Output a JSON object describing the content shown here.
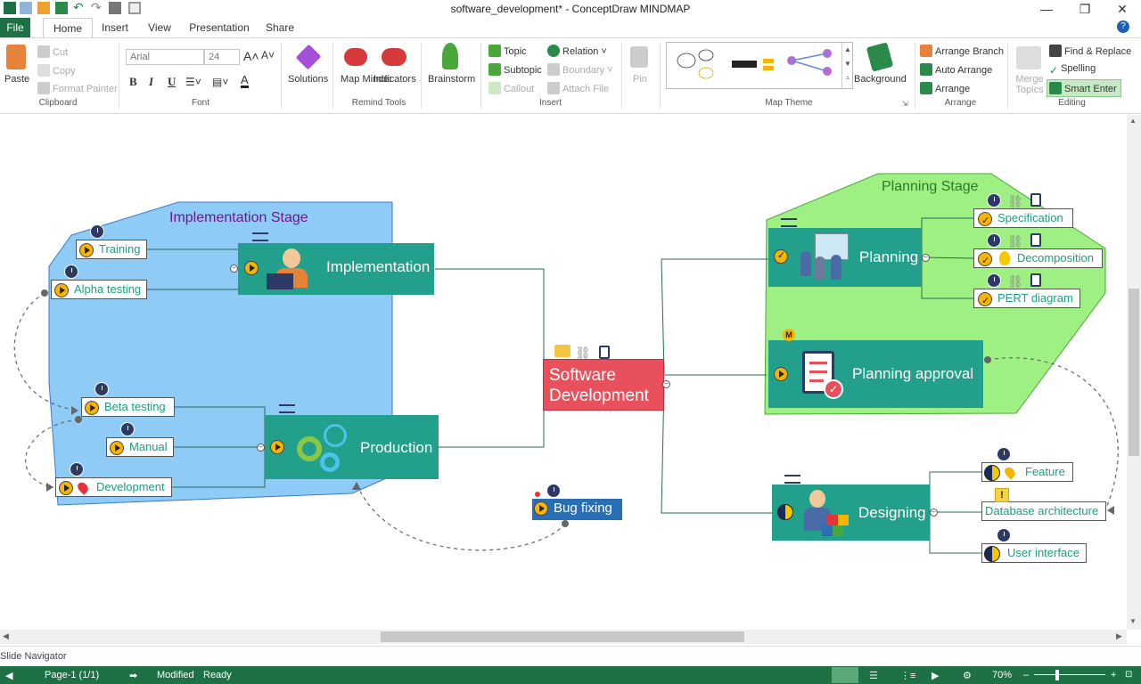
{
  "window": {
    "title": "software_development* - ConceptDraw MINDMAP",
    "controls": [
      "—",
      "❐",
      "✕"
    ]
  },
  "tabs": {
    "file": "File",
    "items": [
      "Home",
      "Insert",
      "View",
      "Presentation",
      "Share"
    ],
    "active": "Home"
  },
  "ribbon": {
    "clipboard": {
      "paste": "Paste",
      "cut": "Cut",
      "copy": "Copy",
      "format_painter": "Format Painter",
      "label": "Clipboard"
    },
    "font": {
      "family": "Arial",
      "size": "24",
      "label": "Font",
      "bold": "B",
      "italic": "I",
      "underline": "U"
    },
    "solutions": {
      "label": "Solutions"
    },
    "remind": {
      "map_minder": "Map Minder",
      "indicators": "Indicators",
      "label": "Remind Tools"
    },
    "brainstorm": {
      "label": "Brainstorm"
    },
    "insert": {
      "topic": "Topic",
      "subtopic": "Subtopic",
      "callout": "Callout",
      "relation": "Relation",
      "boundary": "Boundary",
      "attach_file": "Attach File",
      "label": "Insert"
    },
    "pin": {
      "label": "Pin"
    },
    "map_theme": {
      "label": "Map Theme",
      "background": "Background"
    },
    "arrange": {
      "arrange_branch": "Arrange Branch",
      "auto_arrange": "Auto Arrange",
      "arrange": "Arrange",
      "label": "Arrange"
    },
    "editing": {
      "merge_topics": "Merge Topics",
      "find_replace": "Find & Replace",
      "spelling": "Spelling",
      "smart_enter": "Smart Enter",
      "label": "Editing"
    }
  },
  "map": {
    "central": "Software Development",
    "boundaries": {
      "implementation": "Implementation Stage",
      "planning": "Planning Stage"
    },
    "topics": {
      "implementation": "Implementation",
      "production": "Production",
      "planning": "Planning",
      "planning_approval": "Planning approval",
      "designing": "Designing",
      "bug_fixing": "Bug fixing"
    },
    "subtopics": {
      "training": "Training",
      "alpha_testing": "Alpha testing",
      "beta_testing": "Beta testing",
      "manual": "Manual",
      "development": "Development",
      "specification": "Specification",
      "decomposition": "Decomposition",
      "pert_diagram": "PERT diagram",
      "feature": "Feature",
      "database_architecture": "Database architecture",
      "user_interface": "User interface"
    },
    "marker_m": "M",
    "colors": {
      "topic_teal": "#23a08b",
      "central_red": "#e8505b",
      "impl_boundary": "#8ecbf7",
      "plan_boundary": "#9ef083",
      "bug_blue": "#2a6fb5"
    }
  },
  "slide_navigator": "Slide Navigator",
  "status": {
    "page": "Page-1 (1/1)",
    "modified": "Modified",
    "ready": "Ready",
    "zoom": "70%"
  }
}
